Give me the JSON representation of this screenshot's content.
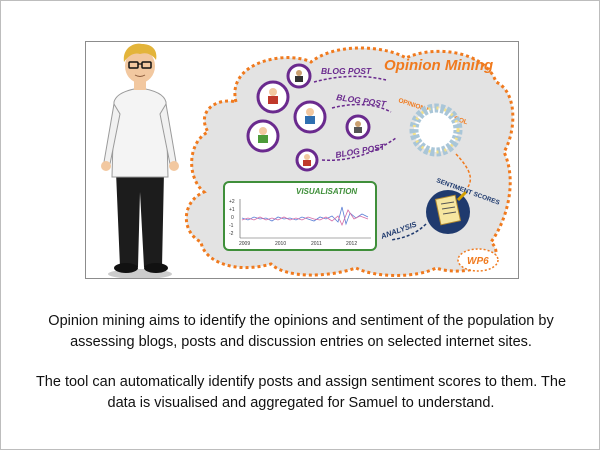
{
  "illustration": {
    "title": "Opinion Mining",
    "tool_label": "OPINION MINING TOOL",
    "blog_labels": [
      "BLOG POST",
      "BLOG POST",
      "BLOG POST"
    ],
    "scores_label": "SENTIMENT SCORES",
    "analysis_label": "ANALYSIS",
    "visualisation_label": "VISUALISATION",
    "badge": "WP6",
    "chart": {
      "y_ticks": [
        "+2",
        "+1",
        "0",
        "-1",
        "-2"
      ],
      "x_ticks": [
        "2009",
        "2010",
        "2011",
        "2012"
      ]
    }
  },
  "caption": {
    "line1": "Opinion mining aims to identify the opinions and sentiment of the population by",
    "line2": "assessing blogs, posts and discussion entries on selected internet sites.",
    "line3": "The tool can automatically identify posts and assign sentiment scores to them.  The",
    "line4": "data is visualised and aggregated for Samuel to understand."
  },
  "colors": {
    "orange": "#f07a1e",
    "purple": "#6a2a8e",
    "green": "#3f8f3a",
    "navy": "#1f3a6e",
    "cloud": "#e3e3e3"
  }
}
